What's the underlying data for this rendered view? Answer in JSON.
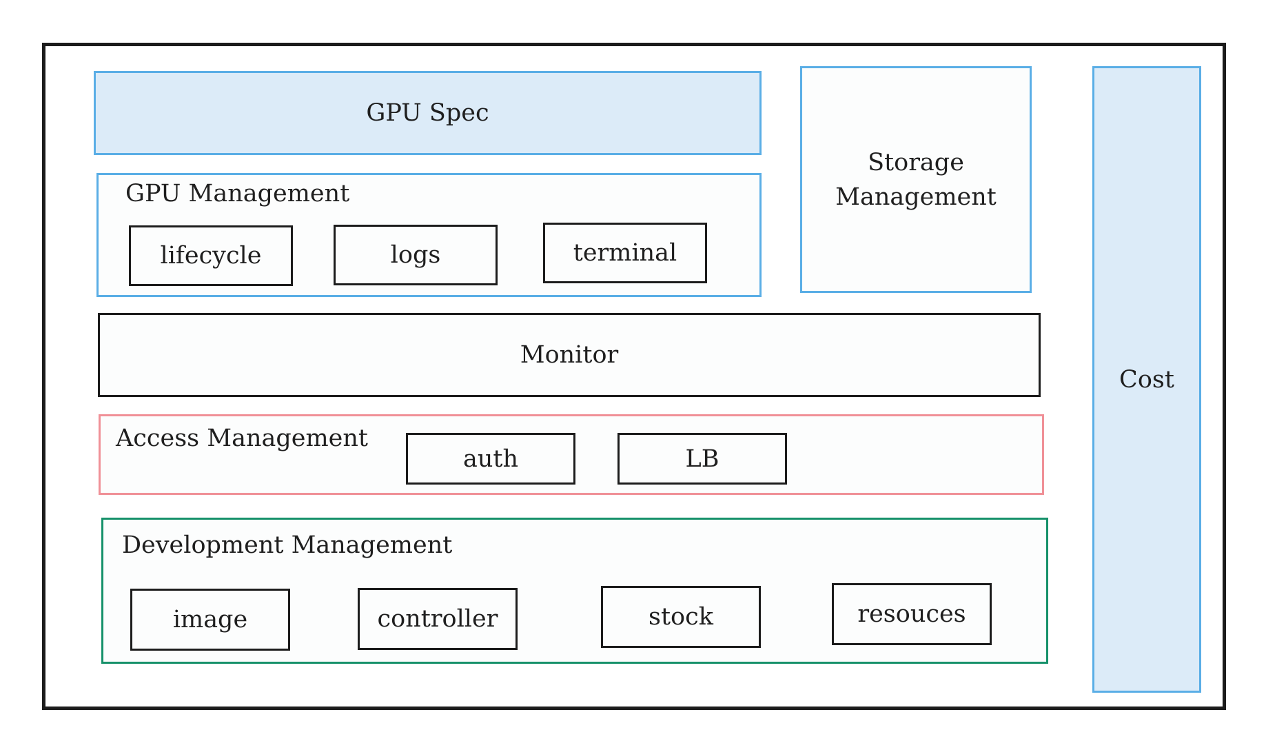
{
  "diagram": {
    "gpu_spec": "GPU Spec",
    "storage_management": "Storage\nManagement",
    "gpu_management": {
      "title": "GPU Management",
      "items": [
        "lifecycle",
        "logs",
        "terminal"
      ]
    },
    "monitor": "Monitor",
    "access_management": {
      "title": "Access Management",
      "items": [
        "auth",
        "LB"
      ]
    },
    "development_management": {
      "title": "Development Management",
      "items": [
        "image",
        "controller",
        "stock",
        "resouces"
      ]
    },
    "cost": "Cost"
  },
  "colors": {
    "blue_border": "#5aaee6",
    "blue_fill": "#dcebf8",
    "red_border": "#f09097",
    "green_border": "#16916a",
    "black_border": "#1c1c1c"
  }
}
